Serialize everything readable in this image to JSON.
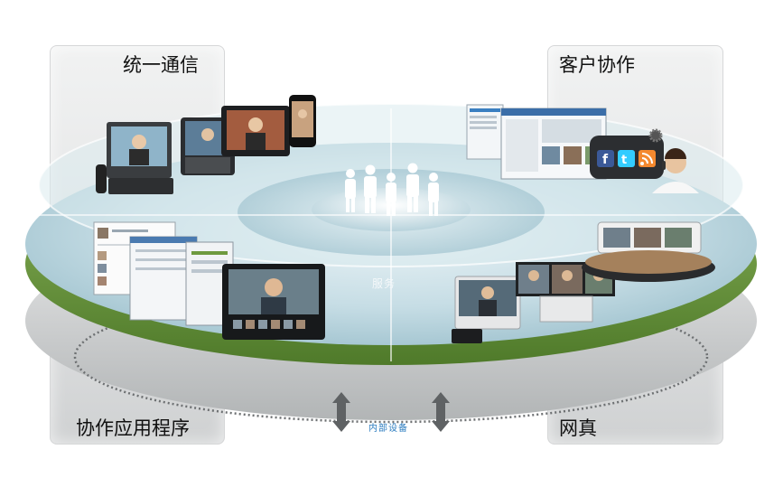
{
  "quadrants": {
    "top_left": "统一通信",
    "top_right": "客户协作",
    "bottom_left": "协作应用程序",
    "bottom_right": "网真"
  },
  "center_label": "服务",
  "bottom_label": "内部设备",
  "colors": {
    "disc_top": "#cfe4ea",
    "disc_inner": "#bcd6df",
    "green_rim": "#6e9a3f",
    "grey_base": "#c9cbcc",
    "arrow": "#5f6264",
    "bottom_label": "#2a7bbf"
  },
  "icons": {
    "people": "people-silhouette-icon",
    "facebook": "facebook-icon",
    "twitter": "twitter-icon",
    "rss": "rss-icon",
    "gear": "gear-icon"
  }
}
